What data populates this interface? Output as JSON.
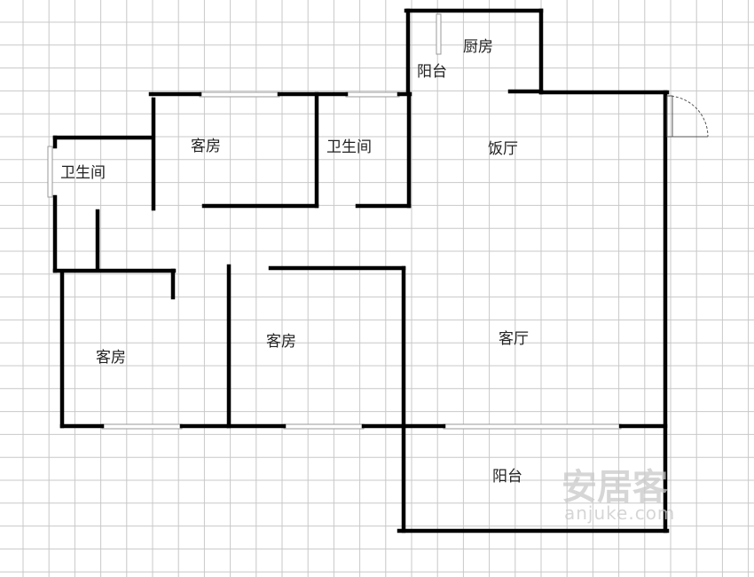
{
  "rooms": {
    "kitchen": "厨房",
    "kitchen_balcony": "阳台",
    "guest_room_top": "客房",
    "bathroom_left": "卫生间",
    "bathroom_middle": "卫生间",
    "dining_room": "饭厅",
    "guest_room_left": "客房",
    "guest_room_middle": "客房",
    "living_room": "客厅",
    "main_balcony": "阳台"
  },
  "watermark": {
    "brand": "安居客",
    "domain": "anjuke.com"
  },
  "colors": {
    "wall": "#000000",
    "grid": "#c8c8c8",
    "window": "#999999"
  }
}
